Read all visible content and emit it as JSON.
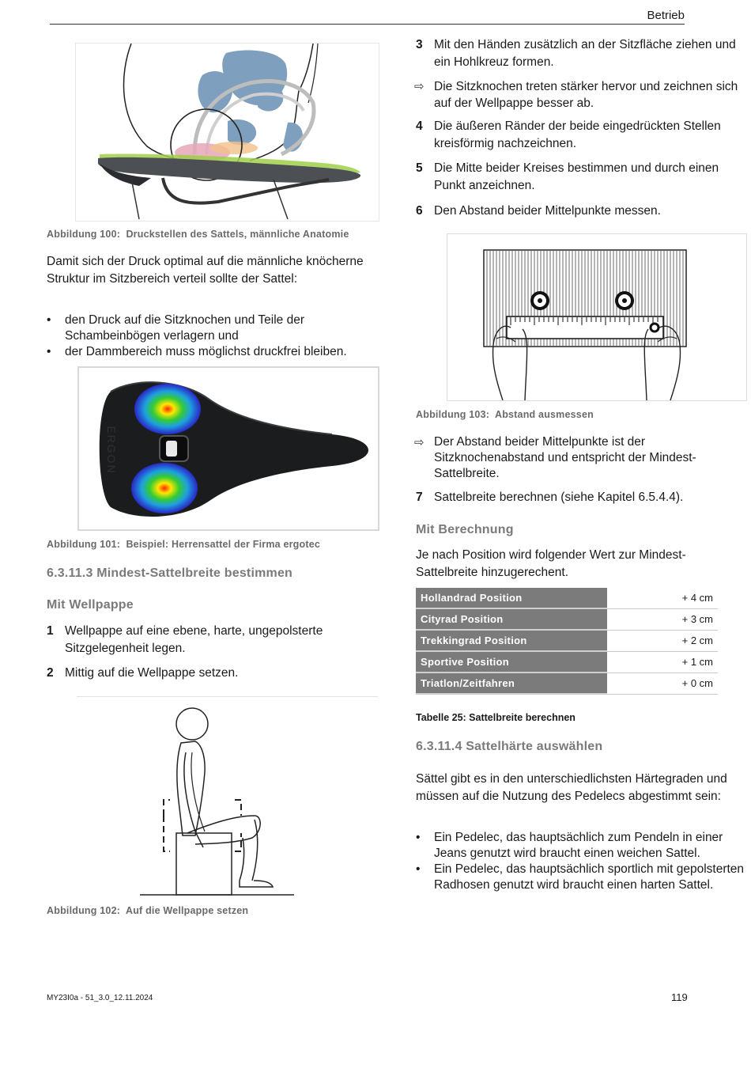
{
  "header": {
    "section": "Betrieb"
  },
  "figures": {
    "fig100": {
      "label": "Abbildung 100:",
      "text": "Druckstellen des Sattels, männliche Anatomie"
    },
    "fig101": {
      "label": "Abbildung 101:",
      "text": "Beispiel: Herrensattel der Firma ergotec",
      "brand": "ERGON"
    },
    "fig102": {
      "label": "Abbildung 102:",
      "text": "Auf die Wellpappe setzen"
    },
    "fig103": {
      "label": "Abbildung 103:",
      "text": "Abstand ausmessen"
    }
  },
  "left": {
    "intro": "Damit sich der Druck optimal auf die männliche knöcherne Struktur im Sitzbereich verteil sollte der Sattel:",
    "bullets": [
      "den Druck auf die Sitzknochen und Teile der Schambeinbögen verlagern und",
      "der Dammbereich muss möglichst druckfrei bleiben."
    ],
    "section_heading": "6.3.11.3 Mindest-Sattelbreite bestimmen",
    "subheading": "Mit Wellpappe",
    "steps": [
      {
        "num": "1",
        "text": "Wellpappe auf eine ebene, harte, ungepolsterte Sitzgelegenheit legen."
      },
      {
        "num": "2",
        "text": "Mittig auf die Wellpappe setzen."
      }
    ]
  },
  "right": {
    "steps_a": [
      {
        "num": "3",
        "text": "Mit den Händen zusätzlich an der Sitzfläche ziehen und ein Hohlkreuz formen."
      },
      {
        "arrow": "⇨",
        "text": "Die Sitzknochen treten stärker hervor und zeichnen sich auf der Wellpappe besser ab."
      },
      {
        "num": "4",
        "text": "Die äußeren Ränder der beide eingedrückten Stellen kreisförmig nachzeichnen."
      },
      {
        "num": "5",
        "text": "Die Mitte beider Kreises bestimmen und durch einen Punkt anzeichnen."
      },
      {
        "num": "6",
        "text": "Den Abstand beider Mittelpunkte messen."
      }
    ],
    "steps_b": [
      {
        "arrow": "⇨",
        "text": "Der Abstand beider Mittelpunkte ist der Sitzknochenabstand und entspricht der Mindest-Sattelbreite."
      },
      {
        "num": "7",
        "text": "Sattelbreite berechnen (siehe Kapitel 6.5.4.4)."
      }
    ],
    "subheading": "Mit Berechnung",
    "calc_intro": "Je nach Position wird folgender Wert zur Mindest-Sattelbreite hinzugerechent.",
    "table": {
      "rows": [
        {
          "label": "Hollandrad Position",
          "value": "+ 4 cm"
        },
        {
          "label": "Cityrad Position",
          "value": "+ 3 cm"
        },
        {
          "label": "Trekkingrad Position",
          "value": "+ 2 cm"
        },
        {
          "label": "Sportive Position",
          "value": "+ 1 cm"
        },
        {
          "label": "Triatlon/Zeitfahren",
          "value": "+ 0 cm"
        }
      ],
      "caption": "Tabelle 25: Sattelbreite berechnen"
    },
    "section_heading": "6.3.11.4 Sattelhärte auswählen",
    "hardness_intro": "Sättel gibt es in den unterschiedlichsten Härtegraden und müssen auf die Nutzung des Pedelecs abgestimmt sein:",
    "hardness_bullets": [
      "Ein Pedelec, das hauptsächlich zum Pendeln in einer Jeans genutzt wird braucht einen weichen Sattel.",
      "Ein Pedelec, das hauptsächlich sportlich mit gepolsterten Radhosen genutzt wird braucht einen harten Sattel."
    ]
  },
  "footer": {
    "doc_id": "MY23I0a - 51_3.0_12.11.2024",
    "page": "119"
  }
}
